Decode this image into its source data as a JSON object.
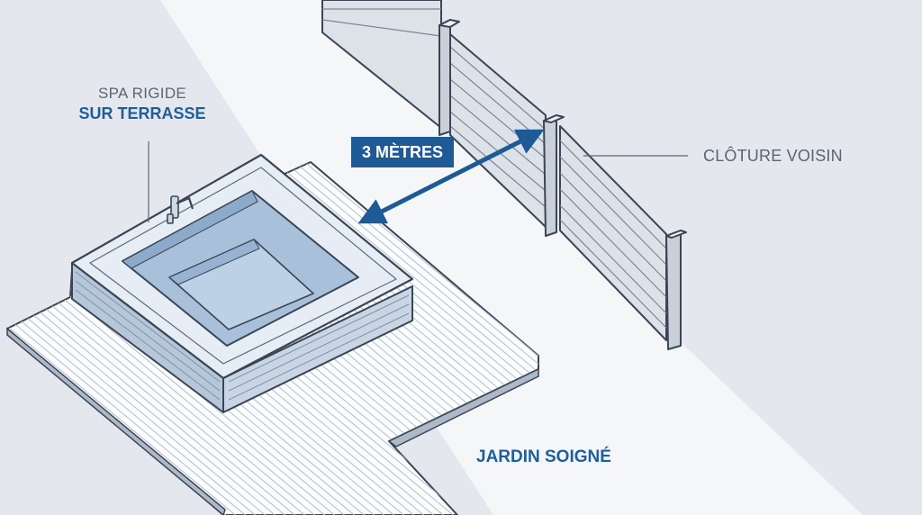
{
  "labels": {
    "spa_line1": "SPA RIGIDE",
    "spa_line2": "SUR TERRASSE",
    "distance": "3 MÈTRES",
    "fence": "CLÔTURE VOISIN",
    "garden": "JARDIN SOIGNÉ"
  },
  "colors": {
    "background": "#e4e8ee",
    "ground": "#f5f6f8",
    "deck": "#fbfcfd",
    "outline": "#3a4656",
    "accent": "#1d5a96",
    "water": "#a9c0da"
  }
}
